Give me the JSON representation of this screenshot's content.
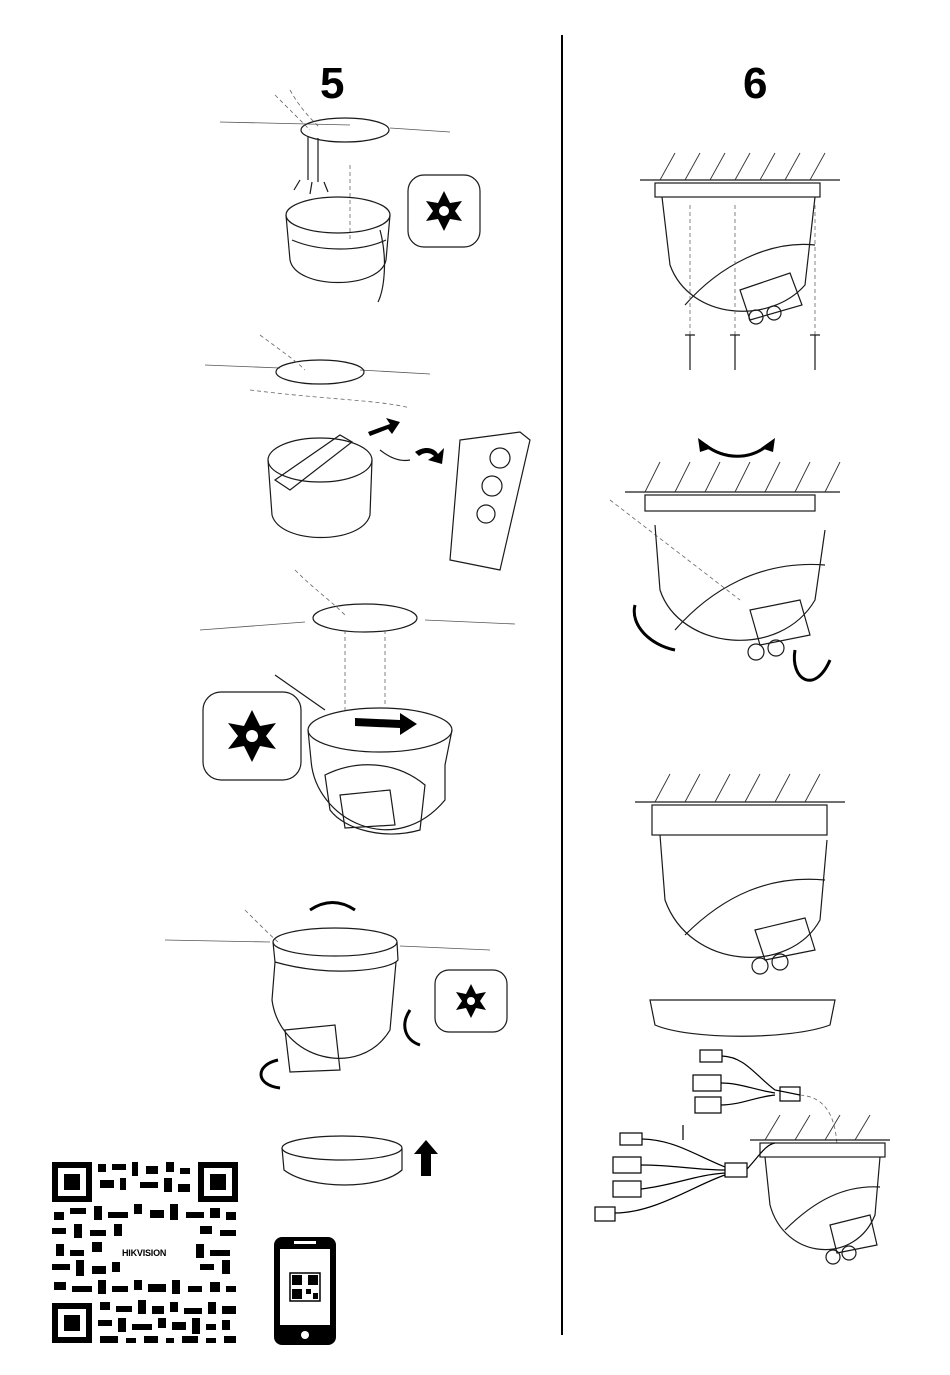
{
  "steps": [
    {
      "number": "5"
    },
    {
      "number": "6"
    }
  ],
  "qr": {
    "logo_text": "HIKVISION"
  },
  "colors": {
    "line": "#1a1a1a",
    "background": "#ffffff"
  },
  "icons": [
    "torx-screwdriver-icon",
    "rotate-arrows-icon",
    "up-arrow-icon",
    "phone-scan-icon",
    "qr-code-icon",
    "ceiling-hatch-icon"
  ]
}
